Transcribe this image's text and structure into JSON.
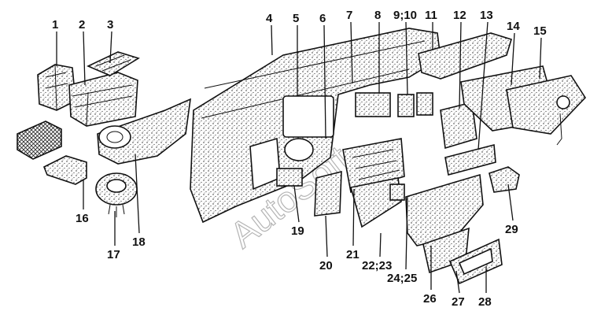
{
  "callouts": [
    {
      "id": "1",
      "label": "1"
    },
    {
      "id": "2",
      "label": "2"
    },
    {
      "id": "3",
      "label": "3"
    },
    {
      "id": "4",
      "label": "4"
    },
    {
      "id": "5",
      "label": "5"
    },
    {
      "id": "6",
      "label": "6"
    },
    {
      "id": "7",
      "label": "7"
    },
    {
      "id": "8",
      "label": "8"
    },
    {
      "id": "9-10",
      "label": "9;10"
    },
    {
      "id": "11",
      "label": "11"
    },
    {
      "id": "12",
      "label": "12"
    },
    {
      "id": "13",
      "label": "13"
    },
    {
      "id": "14",
      "label": "14"
    },
    {
      "id": "15",
      "label": "15"
    },
    {
      "id": "16",
      "label": "16"
    },
    {
      "id": "17",
      "label": "17"
    },
    {
      "id": "18",
      "label": "18"
    },
    {
      "id": "19",
      "label": "19"
    },
    {
      "id": "20",
      "label": "20"
    },
    {
      "id": "21",
      "label": "21"
    },
    {
      "id": "22-23",
      "label": "22;23"
    },
    {
      "id": "24-25",
      "label": "24;25"
    },
    {
      "id": "26",
      "label": "26"
    },
    {
      "id": "27",
      "label": "27"
    },
    {
      "id": "28",
      "label": "28"
    },
    {
      "id": "29",
      "label": "29"
    }
  ],
  "watermark": "AutoSoft"
}
